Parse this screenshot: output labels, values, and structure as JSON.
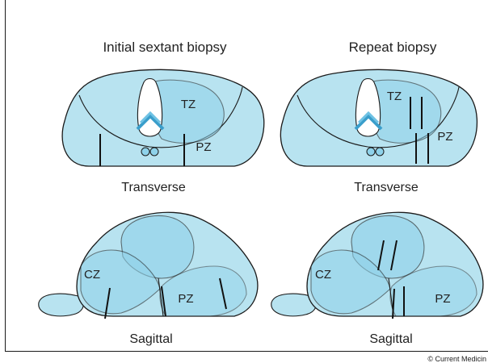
{
  "panels": {
    "top_left": {
      "title": "Initial sextant biopsy",
      "caption": "Transverse",
      "tz": "TZ",
      "pz": "PZ"
    },
    "top_right": {
      "title": "Repeat biopsy",
      "caption": "Transverse",
      "tz": "TZ",
      "pz": "PZ"
    },
    "bottom_left": {
      "caption": "Sagittal",
      "cz": "CZ",
      "pz": "PZ"
    },
    "bottom_right": {
      "caption": "Sagittal",
      "cz": "CZ",
      "pz": "PZ"
    }
  },
  "credit": "© Current Medicin",
  "colors": {
    "outer": "#b8e3f0",
    "inner": "#8fd2ea",
    "zone_light": "#c7ebf6",
    "stroke": "#1a1a1a",
    "arrow": "#111111"
  }
}
